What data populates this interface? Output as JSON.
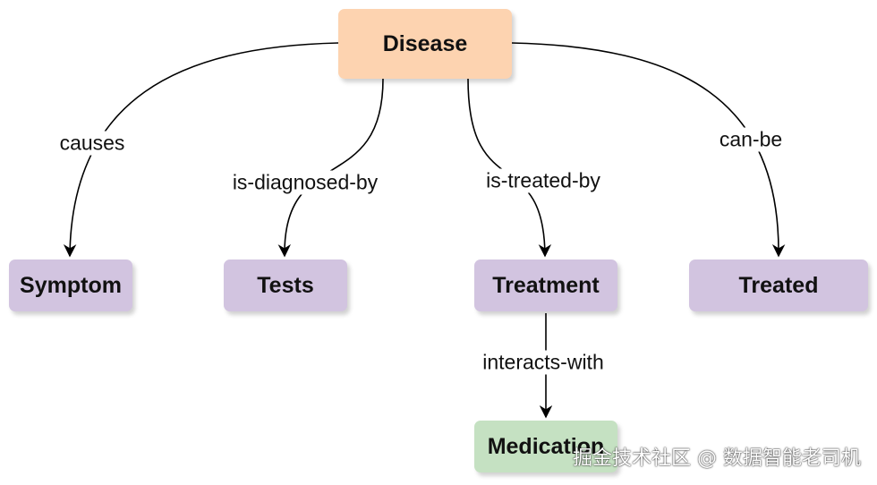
{
  "colors": {
    "root_fill": "#fdd3b0",
    "entity_fill": "#d2c4e0",
    "medication_fill": "#c5e1c2",
    "edge": "#000000"
  },
  "nodes": {
    "disease": "Disease",
    "symptom": "Symptom",
    "tests": "Tests",
    "treatment": "Treatment",
    "treated": "Treated",
    "medication": "Medication"
  },
  "edges": {
    "causes": "causes",
    "is_diagnosed_by": "is-diagnosed-by",
    "is_treated_by": "is-treated-by",
    "can_be": "can-be",
    "interacts_with": "interacts-with"
  },
  "watermark": "掘金技术社区 @ 数据智能老司机"
}
